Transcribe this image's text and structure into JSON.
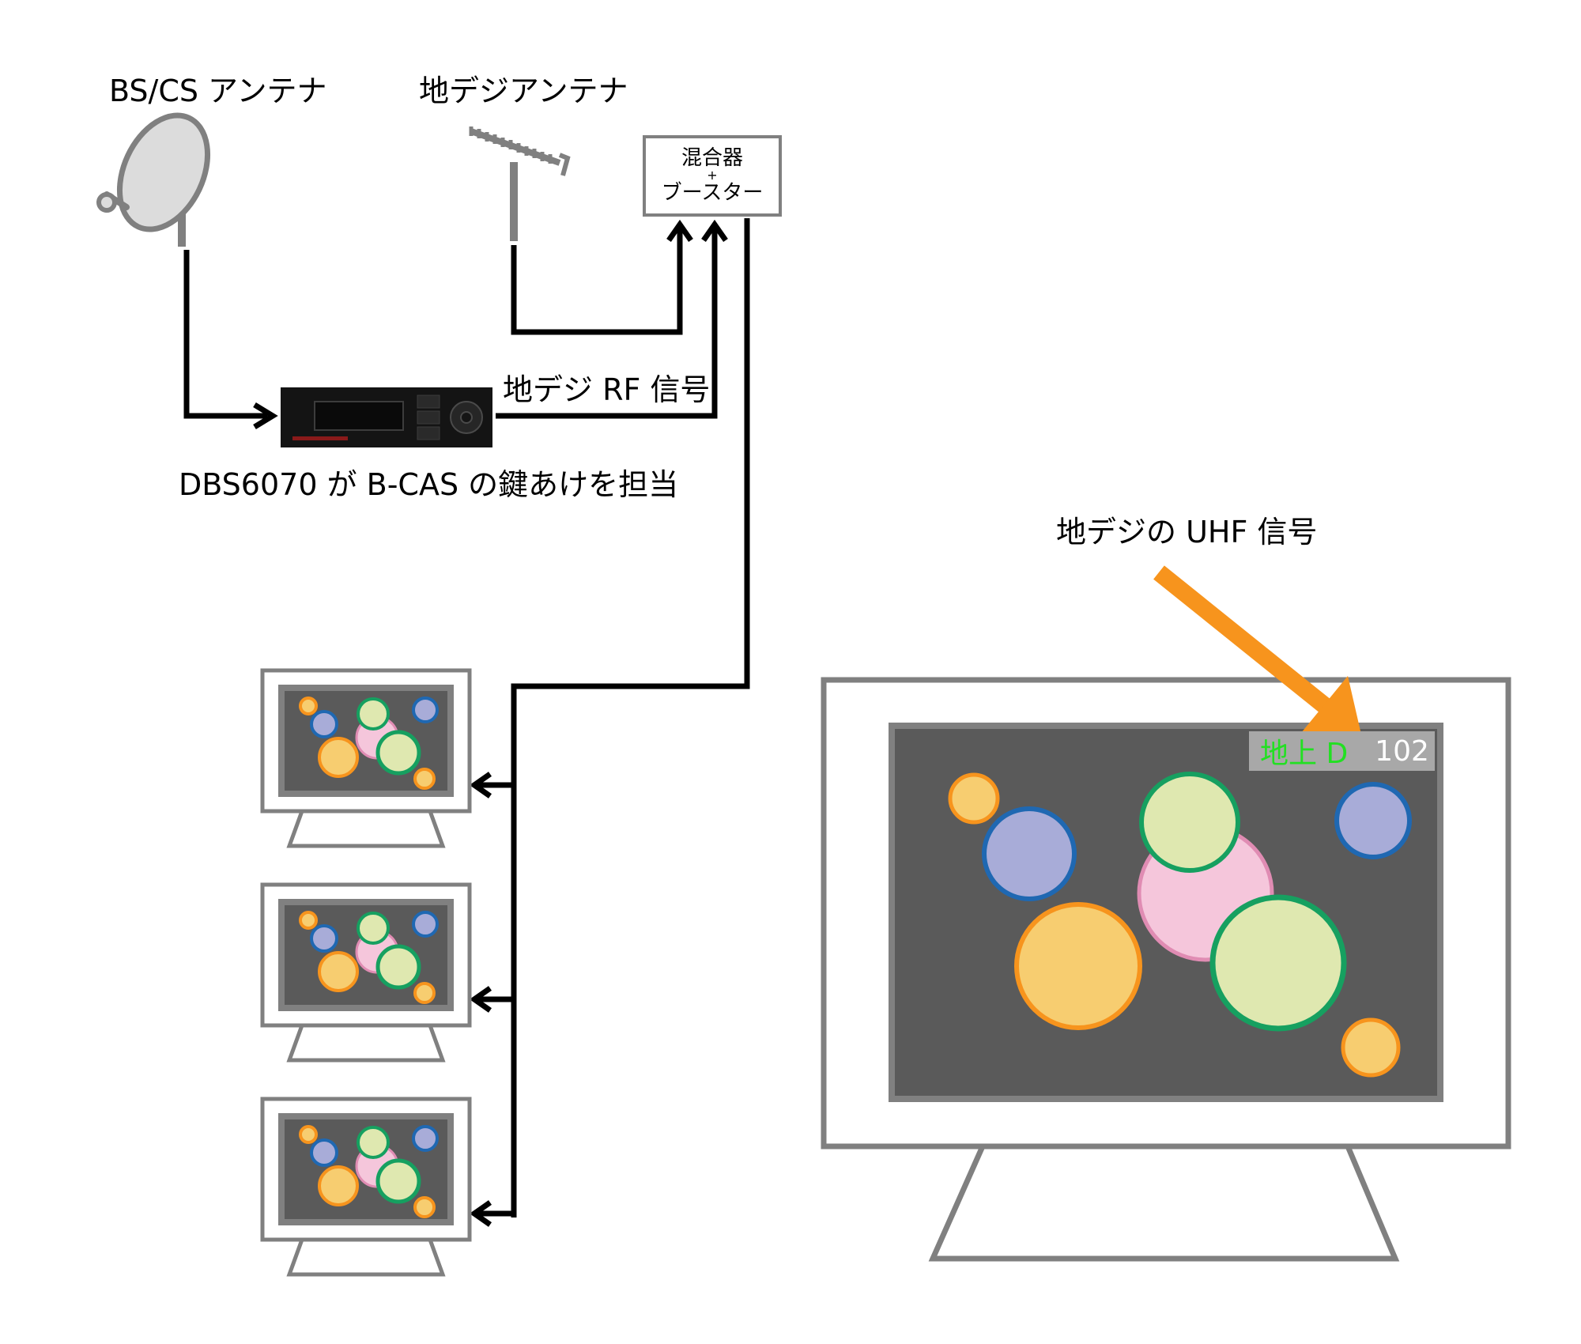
{
  "labels": {
    "bs_cs_antenna": "BS/CS アンテナ",
    "terrestrial_antenna": "地デジアンテナ",
    "rf_signal": "地デジ RF 信号",
    "decoder_caption": "DBS6070 が B-CAS の鍵あけを担当",
    "uhf_signal": "地デジの UHF 信号"
  },
  "mixer": {
    "line1": "混合器",
    "line2": "+",
    "line3": "ブースター"
  },
  "channel_overlay": {
    "name": "地上 D",
    "number": "102"
  },
  "colors": {
    "signal_arrow": "#f7941d",
    "line": "#000000",
    "frame": "#808080",
    "screen": "#5a5a5a",
    "channel_name": "#22e022",
    "channel_bar": "#a8a8a8"
  },
  "icons": [
    "satellite-dish-icon",
    "yagi-antenna-icon",
    "set-top-box-icon",
    "tv-icon"
  ]
}
